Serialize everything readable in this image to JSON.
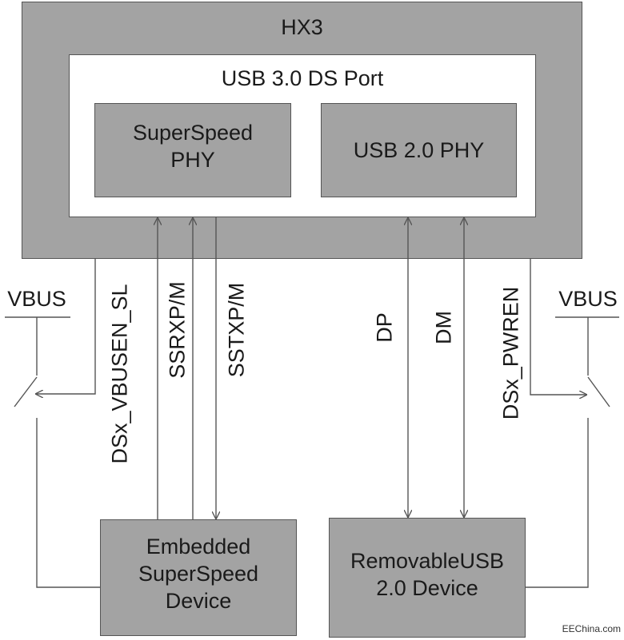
{
  "hx3": {
    "title": "HX3"
  },
  "ds_port": {
    "title": "USB 3.0 DS Port"
  },
  "superspeed_phy": {
    "label": "SuperSpeed\nPHY"
  },
  "usb2_phy": {
    "label": "USB 2.0 PHY"
  },
  "embedded_device": {
    "label": "Embedded\nSuperSpeed\nDevice"
  },
  "removable_device": {
    "label": "RemovableUSB\n2.0 Device"
  },
  "signals": {
    "vbusen": "DSx_VBUSEN_SL",
    "ssrx": "SSRXP/M",
    "sstx": "SSTXP/M",
    "dp": "DP",
    "dm": "DM",
    "pwren": "DSx_PWREN"
  },
  "vbus_left": "VBUS",
  "vbus_right": "VBUS",
  "watermark": "EEChina.com",
  "colors": {
    "block_fill": "#a3a3a3",
    "line": "#555555",
    "text": "#1a1a1a"
  }
}
